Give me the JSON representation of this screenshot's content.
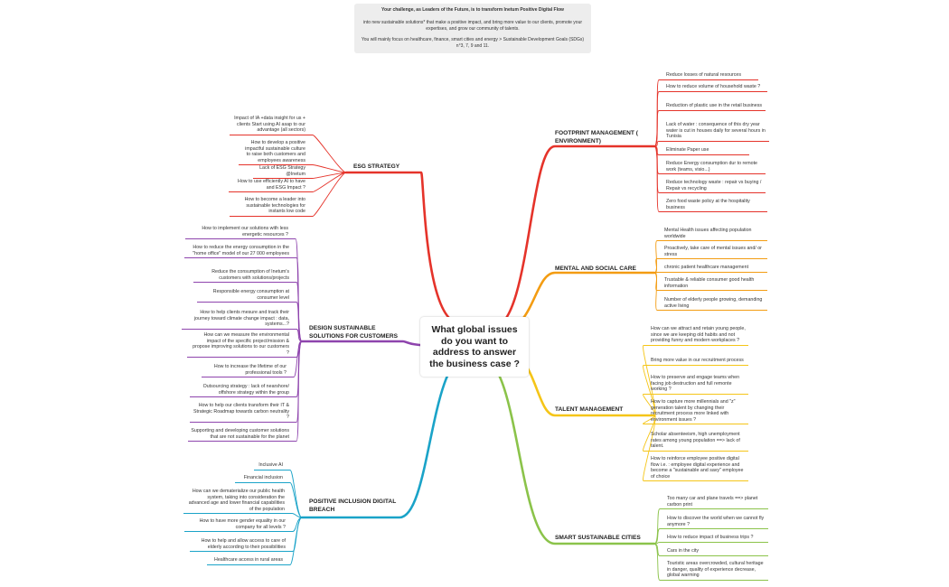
{
  "challenge": {
    "title": "Your challenge, as Leaders of the Future, is to transform Inetum Positive Digital Flow",
    "line1": "into new sustainable solutions* that make a positive impact, and bring more value to our clients, promote your expertises, and grow our community of talents.",
    "line2": "You will mainly focus on healthcare, finance, smart cities and energy > Sustainable Development Goals (SDGs) n°3, 7, 9 and 11."
  },
  "central_topic": "What global issues do you want to address to answer the business case ?",
  "colors": {
    "footprint": "#e5332a",
    "mental": "#f39c12",
    "talent": "#f5c518",
    "cities": "#8bc34a",
    "esg": "#e5332a",
    "design": "#8e44ad",
    "inclusion": "#1aa3c8"
  },
  "branches": {
    "footprint": {
      "label": "FOOTPRINT MANAGEMENT ( ENVIRONMENT)",
      "items": [
        "Reduce losses of natural resources",
        "How to reduce volume of household waste ?",
        "Reduction of plastic use in the retail business",
        "Lack of water : consequence of this dry year water is cut in houses daily for several hours in Tunisia",
        "Eliminate Paper use",
        "Reduce Energy consumption dur to remote work (teams, visio...)",
        "Reduce technology waste : repair vs buying / Repair vs recycling",
        "Zero food waste policy at the hospitality business"
      ]
    },
    "mental": {
      "label": "MENTAL AND SOCIAL CARE",
      "items": [
        "Mental Health issues affecting population worldwide",
        "Proactively, take care of mental issues and/ or stress",
        "chronic patient healthcare management",
        "Trustable & reliable consumer good health information",
        "Number of elderly people growing, demanding active living"
      ]
    },
    "talent": {
      "label": "TALENT MANAGEMENT",
      "items": [
        "How can we attract and retain young people, since we are keeping old habits and not providing funny and modern workplaces ?",
        "Bring more value in our recruitment process",
        "How to preserve and engage teams when facing job destruction and full remonte working ?",
        "How to capture more millennials  and \"z\" generation talent by changing their recruitment process more linked with environment issues ?",
        "Scholar absenteeism, high unemployment rates among young population ==> lack of talent.",
        "How to reinforce employee positive digital flow i.e. : employee digital experience and become a \"sustainable and savy\" employee of choice"
      ]
    },
    "cities": {
      "label": "SMART SUSTAINABLE CITIES",
      "items": [
        "Too many car and plane travels ==> planet carbon print",
        "How to discover the world when we cannot fly anymore ?",
        "How to reduce impact of business trips ?",
        "Cars in the city",
        "Touristic areas overcrowded, cultural heritage in danger, quality of experience decrease, global warming"
      ]
    },
    "esg": {
      "label": "ESG STRATEGY",
      "items": [
        "Impact of IA +data insight for us + clients Start using AI asap to our advantage (all sectors)",
        "How to develop a positive impactful sustainable culture to raise both customers and employees awareness",
        "Lack of ESG Strategy @Inetum",
        "How to use efficiently AI  to have and ESG Impact ?",
        "How to become a leader into sustainable technologies for instants low code"
      ]
    },
    "design": {
      "label": "DESIGN SUSTAINABLE SOLUTIONS FOR CUSTOMERS",
      "items": [
        "How to implement our solutions with less energetic resources ?",
        "How to reduce the energy consumption in the \"home office\" model of our 27 000 employees",
        "Reduce the consumption of  Inetum's customers with solutions/projects",
        "Responsible energy consumption at consumer level",
        "How to help clients mesure and track their journey toward climate change impact : data, systems...?",
        "How can we measure the environmental impact of the specific project/mission & propose improving solutions to our customers ?",
        "How to increase the lifetime of our professional tools ?",
        "Outsourcing strategy : lack of nearshore/ offshore strategy within  the group",
        "How to help our clients transform their IT & Strategic Roadmap towards carbon neutrality ?",
        "Supporting and developing customer solutions that are not sustainable for the planet"
      ]
    },
    "inclusion": {
      "label": "POSITIVE INCLUSION DIGITAL BREACH",
      "items": [
        "Inclusive AI",
        "Financial inclusion",
        "How can we dematerialize our public health system, taking into consideration the advanced age and lower financial capabilities of the population",
        "How to have more gender equality in our company for all levels ?",
        "How to help and allow access to care of elderly according to their possibilities",
        "Healthcare access in rural areas"
      ]
    }
  }
}
